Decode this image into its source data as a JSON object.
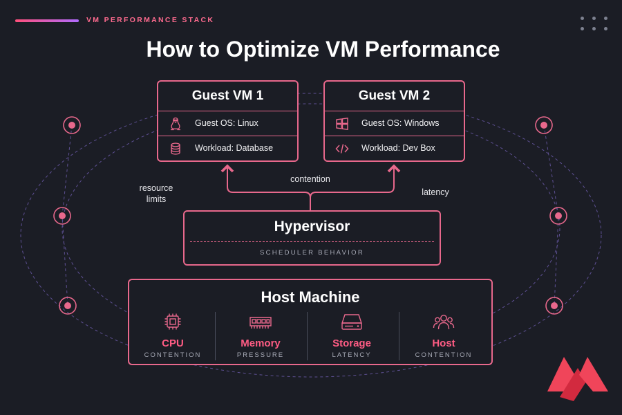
{
  "header": {
    "kicker": "VM PERFORMANCE STACK",
    "title": "How to Optimize VM Performance"
  },
  "guest_vms": [
    {
      "title": "Guest VM 1",
      "os": {
        "icon": "linux-tux-icon",
        "label": "Guest OS: Linux"
      },
      "workload": {
        "icon": "database-icon",
        "label": "Workload: Database"
      }
    },
    {
      "title": "Guest VM 2",
      "os": {
        "icon": "windows-icon",
        "label": "Guest OS: Windows"
      },
      "workload": {
        "icon": "code-brackets-icon",
        "label": "Workload: Dev Box"
      }
    }
  ],
  "annotations": {
    "resource_limits": "resource\nlimits",
    "contention": "contention",
    "latency": "latency"
  },
  "hypervisor": {
    "title": "Hypervisor",
    "subtitle": "SCHEDULER BEHAVIOR"
  },
  "host": {
    "title": "Host Machine",
    "resources": [
      {
        "icon": "cpu-chip-icon",
        "label": "CPU",
        "sub": "CONTENTION"
      },
      {
        "icon": "memory-module-icon",
        "label": "Memory",
        "sub": "PRESSURE"
      },
      {
        "icon": "storage-drive-icon",
        "label": "Storage",
        "sub": "LATENCY"
      },
      {
        "icon": "users-group-icon",
        "label": "Host",
        "sub": "CONTENTION"
      }
    ]
  },
  "colors": {
    "background": "#1b1d25",
    "accent": "#e8688c",
    "accent_bright": "#ff5c84",
    "orbit_line": "#6a5aa8",
    "text_muted": "#a9acb8"
  }
}
